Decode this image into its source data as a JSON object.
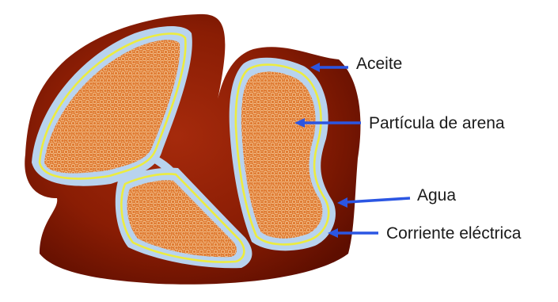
{
  "labels": {
    "oil": "Aceite",
    "sand": "Partícula de arena",
    "water": "Agua",
    "current": "Corriente eléctrica"
  },
  "colors": {
    "oil_dark": "#6e1200",
    "oil_light": "#c84a1c",
    "water": "#b8d3ee",
    "current": "#ecec40",
    "sand": "#df7b33",
    "sand_dots": "#f5c08a",
    "arrow": "#2b56e3"
  }
}
